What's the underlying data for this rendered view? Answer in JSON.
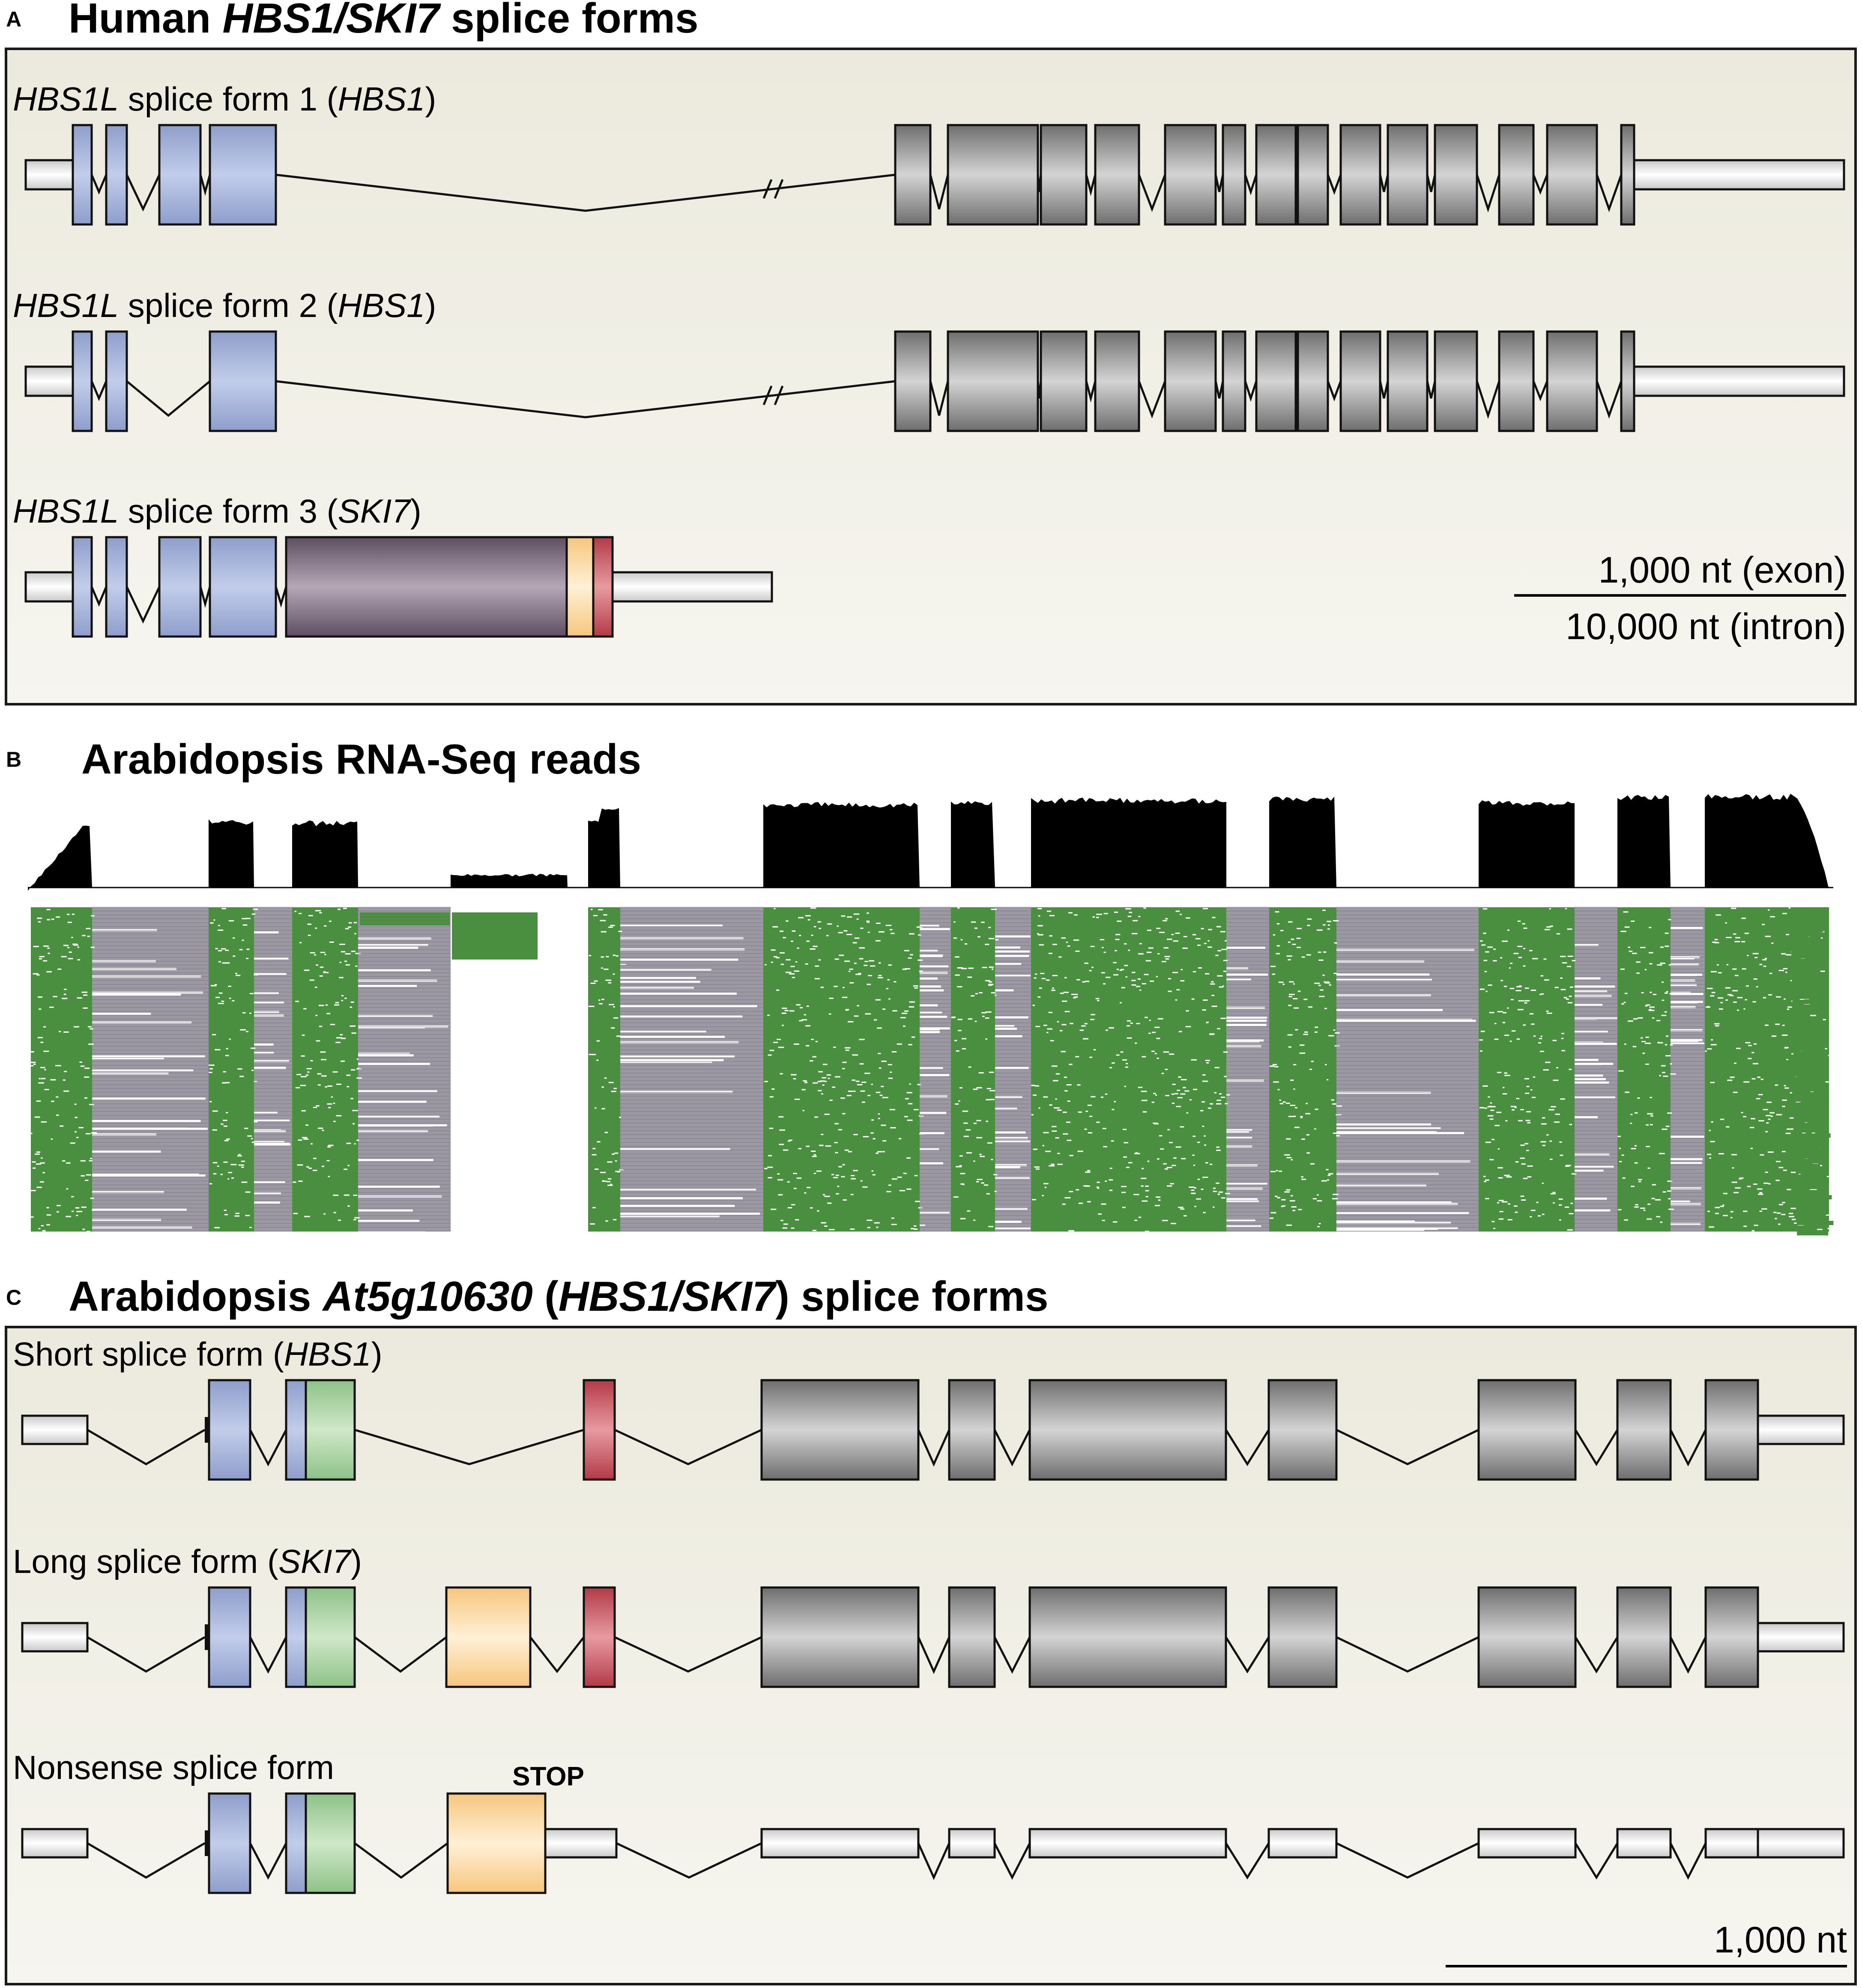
{
  "panel_a": {
    "letter": "A",
    "title": {
      "prefix": "Human ",
      "italic": "HBS1/SKI7",
      "suffix": " splice forms"
    },
    "forms": [
      {
        "name": "HBS1L",
        "mid": " splice form 1 (",
        "iso": "HBS1",
        "end": ")"
      },
      {
        "name": "HBS1L",
        "mid": " splice form 2 (",
        "iso": "HBS1",
        "end": ")"
      },
      {
        "name": "HBS1L",
        "mid": " splice form 3 (",
        "iso": "SKI7",
        "end": ")"
      }
    ],
    "scale_exon": "1,000 nt (exon)",
    "scale_intron": "10,000 nt (intron)"
  },
  "panel_b": {
    "letter": "B",
    "title": "Arabidopsis RNA-Seq reads"
  },
  "panel_c": {
    "letter": "C",
    "title": {
      "prefix": "Arabidopsis ",
      "italic1": "At5g10630",
      "middle": " (",
      "italic2": "HBS1/SKI7",
      "suffix": ") splice forms"
    },
    "forms": [
      {
        "label": "Short splice form (",
        "iso": "HBS1",
        "end": ")"
      },
      {
        "label": "Long splice form (",
        "iso": "SKI7",
        "end": ")"
      },
      {
        "label": "Nonsense splice form",
        "iso": "",
        "end": ""
      }
    ],
    "stop_label": "STOP",
    "scale": "1,000 nt"
  },
  "colors": {
    "panel_bg": "#efeee5",
    "utr": "#f2f2f2",
    "hbs1_nterm": "#a8b6d9",
    "gtpase": "#9a9a9a",
    "ski7_domain": "#8a7a8a",
    "yellow": "#fcd9a0",
    "red": "#c8545e",
    "green_domain": "#a8d0a0",
    "reads_green": "#4a8f3f",
    "reads_gray": "#9a9aa0"
  }
}
